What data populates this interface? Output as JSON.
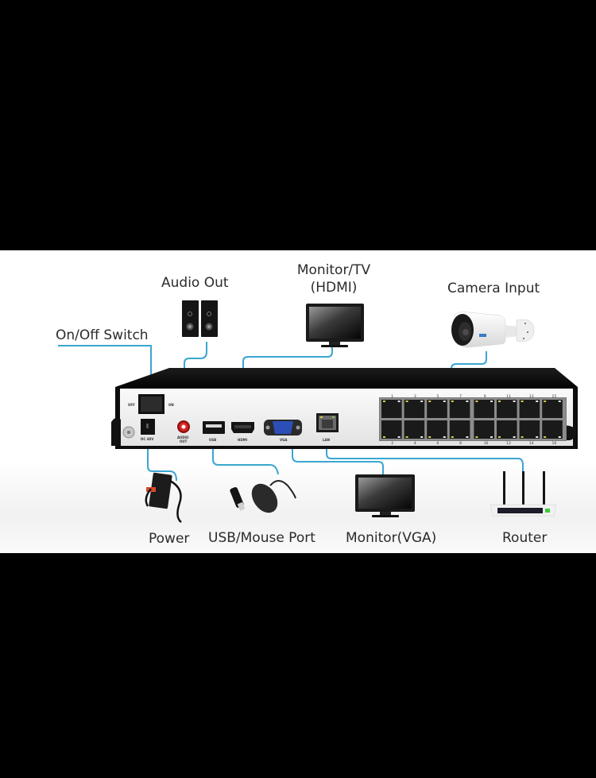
{
  "diagram": {
    "title": "NVR rear panel connection diagram",
    "line_color": "#3aa6d0",
    "callouts": [
      {
        "id": "on-off-switch",
        "label": "On/Off Switch"
      },
      {
        "id": "audio-out",
        "label": "Audio Out"
      },
      {
        "id": "monitor-hdmi",
        "label_line1": "Monitor/TV",
        "label_line2": "(HDMI)"
      },
      {
        "id": "camera-input",
        "label": "Camera Input"
      },
      {
        "id": "power",
        "label": "Power"
      },
      {
        "id": "usb-mouse",
        "label": "USB/Mouse Port"
      },
      {
        "id": "monitor-vga",
        "label": "Monitor(VGA)"
      },
      {
        "id": "router",
        "label": "Router"
      }
    ],
    "panel_labels": {
      "off": "OFF",
      "on": "ON",
      "dc": "DC 48V",
      "audio_line1": "AUDIO",
      "audio_line2": "OUT",
      "usb": "USB",
      "hdmi": "HDMI",
      "vga": "VGA",
      "lan": "LAN"
    },
    "poe_ports": {
      "top_row": [
        "1",
        "3",
        "5",
        "7",
        "9",
        "11",
        "13",
        "15"
      ],
      "bottom_row": [
        "2",
        "4",
        "6",
        "8",
        "10",
        "12",
        "14",
        "16"
      ]
    }
  }
}
